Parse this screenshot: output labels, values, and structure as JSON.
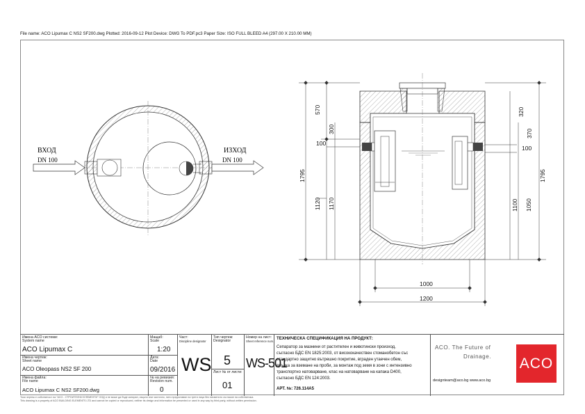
{
  "header": {
    "file_name_line": "File name: ACO Lipumax C NS2 SF200.dwg   Plotted: 2016-09-12   Plot Device: DWG To PDF.pc3   Paper Size: ISO FULL BLEED A4 (297.00 X 210.00 MM)"
  },
  "plan": {
    "inlet_label": "ВХОД",
    "inlet_dn": "DN 100",
    "outlet_label": "ИЗХОД",
    "outlet_dn": "DN 100"
  },
  "section": {
    "dims_left": [
      "570",
      "300",
      "100",
      "1795",
      "1120",
      "1170"
    ],
    "dims_right": [
      "320",
      "370",
      "100",
      "1795",
      "1100",
      "1050"
    ],
    "dims_bottom": [
      "1000",
      "1200"
    ]
  },
  "titleblock": {
    "system_name_label": "Имена ACO системи:",
    "system_name_label_en": "System name",
    "system_name": "ACO Lipumax C",
    "drawing_name_label": "Имена чертеж:",
    "drawing_name_label_en": "Sheet name",
    "drawing_name": "ACO Oleopass  NS2 SF 200",
    "file_label": "Имена файла:",
    "file_label_en": "File name",
    "file_name": "ACO Lipumax C NS2 SF200.dwg",
    "scale_label": "Мащаб:",
    "scale_label_en": "Scale",
    "scale": "1:20",
    "date_label": "Дата:",
    "date_label_en": "Date",
    "date": "09/2016",
    "revision_label": "№ на ревизия:",
    "revision_label_en": "Revision num.",
    "revision": "0",
    "discipline_label": "Част:",
    "discipline_label_en": "Discipline designator",
    "discipline": "WS",
    "type_label": "Тип чертеж:",
    "type_label_en": "Designator",
    "type": "5",
    "sheet_no_label": "Лист № от листи:",
    "sheet_no": "01",
    "ref_label": "Номер на лист:",
    "ref_label_en": "Sheet reference num.",
    "ref": "WS-501",
    "spec_title": "ТЕХНИЧЕСКА СПЕЦИФИКАЦИЯ НА ПРОДУКТ:",
    "spec_lines": [
      "Сепаратор за мазнини от растителен и животински произход,",
      "съгласно БДС EN 1825:2003, от висококачествен стоманобетон със",
      "стандартно защитно вътрешно покритие, вграден утаечен обем,",
      "връзка за вземане на проби, за монтаж под земя в зони с интензивно",
      "транспортно натоварване, клас на натоварване на капака D400,",
      "съгласно БДС EN 124:2003."
    ],
    "article": "АРТ. №: 726.114A5",
    "slogan_line1": "ACO. The Future of",
    "slogan_line2": "Drainage.",
    "contact": "designteam@aco.bg   www.aco.bg",
    "logo": "ACO",
    "logo_color": "#e3262c",
    "copyright_bg": "Този чертеж е собственост на \"АСО - СТРОИТЕЛНИ ЕЛЕМЕНТИ\" ООД и не може да бъде копиран, изцяло или частично, нито предоставян на трети лица без писменото съгласие на собственика.",
    "copyright_en": "This drawing is a property of ACO BUILDING ELEMENTS LTD and cannot be copied or reproduced, neither its design and information be presented or used in any way by third party, without written permission."
  }
}
